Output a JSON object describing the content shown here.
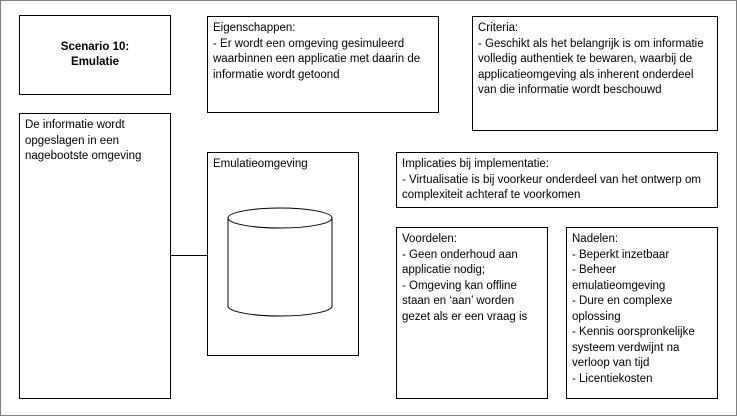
{
  "scenario": {
    "line1": "Scenario 10:",
    "line2": "Emulatie"
  },
  "eigenschappen": {
    "title": "Eigenschappen:",
    "items": [
      "- Er wordt een omgeving gesimuleerd waarbinnen een applicatie met daarin de informatie wordt getoond"
    ]
  },
  "criteria": {
    "title": "Criteria:",
    "items": [
      "- Geschikt als het belangrijk is om informatie volledig authentiek te bewaren, waarbij de applicatieomgeving als inherent onderdeel van die informatie wordt beschouwd"
    ]
  },
  "informatie": {
    "text": "De informatie wordt opgeslagen in een nagebootste omgeving"
  },
  "emulatie": {
    "title": "Emulatieomgeving"
  },
  "implicaties": {
    "title": "Implicaties bij implementatie:",
    "items": [
      "- Virtualisatie is bij voorkeur onderdeel van het ontwerp om complexiteit achteraf te voorkomen"
    ]
  },
  "voordelen": {
    "title": "Voordelen:",
    "items": [
      "- Geen onderhoud aan applicatie nodig;",
      "- Omgeving kan offline staan en ‘aan’ worden gezet als er een vraag is"
    ]
  },
  "nadelen": {
    "title": "Nadelen:",
    "items": [
      "- Beperkt inzetbaar",
      "- Beheer emulatieomgeving",
      "- Dure en complexe oplossing",
      "- Kennis oorspronkelijke systeem verdwijnt na verloop van tijd",
      "- Licentiekosten"
    ]
  }
}
